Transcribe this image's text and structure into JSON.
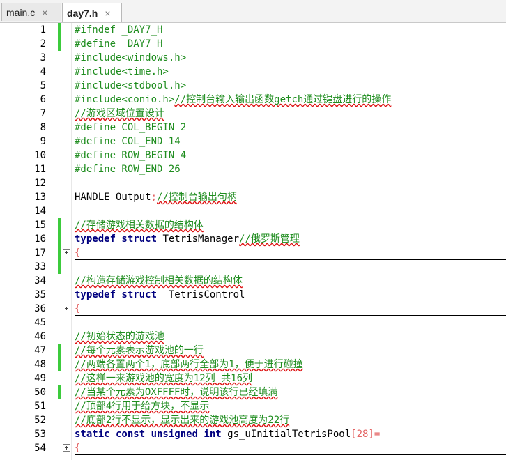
{
  "tabs": [
    {
      "label": "main.c",
      "close": "×"
    },
    {
      "label": "day7.h",
      "close": "×"
    }
  ],
  "lines": [
    {
      "n": "1",
      "changed": true,
      "fold": false,
      "foldline": false,
      "seg": [
        {
          "c": "cm",
          "t": "#ifndef _DAY7_H"
        }
      ]
    },
    {
      "n": "2",
      "changed": true,
      "fold": false,
      "foldline": false,
      "seg": [
        {
          "c": "cm",
          "t": "#define _DAY7_H"
        }
      ]
    },
    {
      "n": "3",
      "changed": false,
      "fold": false,
      "foldline": false,
      "seg": [
        {
          "c": "cm",
          "t": "#include<windows.h>"
        }
      ]
    },
    {
      "n": "4",
      "changed": false,
      "fold": false,
      "foldline": false,
      "seg": [
        {
          "c": "cm",
          "t": "#include<time.h>"
        }
      ]
    },
    {
      "n": "5",
      "changed": false,
      "fold": false,
      "foldline": false,
      "seg": [
        {
          "c": "cm",
          "t": "#include<stdbool.h>"
        }
      ]
    },
    {
      "n": "6",
      "changed": false,
      "fold": false,
      "foldline": false,
      "seg": [
        {
          "c": "cm",
          "t": "#include<conio.h>"
        },
        {
          "c": "cm sq",
          "t": "//控制台输入输出函数getch通过键盘进行的操作"
        }
      ]
    },
    {
      "n": "7",
      "changed": false,
      "fold": false,
      "foldline": false,
      "seg": [
        {
          "c": "cm sq",
          "t": "//游戏区域位置设计"
        }
      ]
    },
    {
      "n": "8",
      "changed": false,
      "fold": false,
      "foldline": false,
      "seg": [
        {
          "c": "cm",
          "t": "#define COL_BEGIN 2"
        }
      ]
    },
    {
      "n": "9",
      "changed": false,
      "fold": false,
      "foldline": false,
      "seg": [
        {
          "c": "cm",
          "t": "#define COL_END 14"
        }
      ]
    },
    {
      "n": "10",
      "changed": false,
      "fold": false,
      "foldline": false,
      "seg": [
        {
          "c": "cm",
          "t": "#define ROW_BEGIN 4"
        }
      ]
    },
    {
      "n": "11",
      "changed": false,
      "fold": false,
      "foldline": false,
      "seg": [
        {
          "c": "cm",
          "t": "#define ROW_END 26"
        }
      ]
    },
    {
      "n": "12",
      "changed": false,
      "fold": false,
      "foldline": false,
      "seg": []
    },
    {
      "n": "13",
      "changed": false,
      "fold": false,
      "foldline": false,
      "seg": [
        {
          "c": "txt",
          "t": "HANDLE Output"
        },
        {
          "c": "num",
          "t": ";"
        },
        {
          "c": "cm sq",
          "t": "//控制台输出句柄"
        }
      ]
    },
    {
      "n": "14",
      "changed": false,
      "fold": false,
      "foldline": false,
      "seg": []
    },
    {
      "n": "15",
      "changed": true,
      "fold": false,
      "foldline": false,
      "seg": [
        {
          "c": "cm sq",
          "t": "//存储游戏相关数据的结构体"
        }
      ]
    },
    {
      "n": "16",
      "changed": true,
      "fold": false,
      "foldline": false,
      "seg": [
        {
          "c": "kw",
          "t": "typedef struct"
        },
        {
          "c": "txt",
          "t": " TetrisManager"
        },
        {
          "c": "cm sq",
          "t": "//俄罗斯管理"
        }
      ]
    },
    {
      "n": "17",
      "changed": true,
      "fold": true,
      "foldline": true,
      "seg": [
        {
          "c": "num",
          "t": "{"
        }
      ]
    },
    {
      "n": "33",
      "changed": true,
      "fold": false,
      "foldline": false,
      "seg": []
    },
    {
      "n": "34",
      "changed": false,
      "fold": false,
      "foldline": false,
      "seg": [
        {
          "c": "cm sq",
          "t": "//构造存储游戏控制相关数据的结构体"
        }
      ]
    },
    {
      "n": "35",
      "changed": false,
      "fold": false,
      "foldline": false,
      "seg": [
        {
          "c": "kw",
          "t": "typedef struct"
        },
        {
          "c": "txt",
          "t": "  TetrisControl"
        }
      ]
    },
    {
      "n": "36",
      "changed": false,
      "fold": true,
      "foldline": true,
      "seg": [
        {
          "c": "num",
          "t": "{"
        }
      ]
    },
    {
      "n": "45",
      "changed": false,
      "fold": false,
      "foldline": false,
      "seg": []
    },
    {
      "n": "46",
      "changed": false,
      "fold": false,
      "foldline": false,
      "seg": [
        {
          "c": "cm sq",
          "t": "//初始状态的游戏池"
        }
      ]
    },
    {
      "n": "47",
      "changed": true,
      "fold": false,
      "foldline": false,
      "seg": [
        {
          "c": "cm sq",
          "t": "//每个元素表示游戏池的一行"
        }
      ]
    },
    {
      "n": "48",
      "changed": true,
      "fold": false,
      "foldline": false,
      "seg": [
        {
          "c": "cm sq",
          "t": "//两端各置两个1，底部两行全部为1，便于进行碰撞"
        }
      ]
    },
    {
      "n": "49",
      "changed": false,
      "fold": false,
      "foldline": false,
      "seg": [
        {
          "c": "cm sq",
          "t": "//这样一来游戏池的宽度为12列 共16列"
        }
      ]
    },
    {
      "n": "50",
      "changed": true,
      "fold": false,
      "foldline": false,
      "seg": [
        {
          "c": "cm sq",
          "t": "//当某个元素为OXFFFF时，说明该行已经填满"
        }
      ]
    },
    {
      "n": "51",
      "changed": false,
      "fold": false,
      "foldline": false,
      "seg": [
        {
          "c": "cm sq",
          "t": "//顶部4行用于给方块，不显示"
        }
      ]
    },
    {
      "n": "52",
      "changed": false,
      "fold": false,
      "foldline": false,
      "seg": [
        {
          "c": "cm sq",
          "t": "//底部2行不显示，显示出来的游戏池高度为22行"
        }
      ]
    },
    {
      "n": "53",
      "changed": false,
      "fold": false,
      "foldline": false,
      "seg": [
        {
          "c": "kw",
          "t": "static const unsigned int"
        },
        {
          "c": "txt",
          "t": " gs_uInitialTetrisPool"
        },
        {
          "c": "num",
          "t": "[28]="
        }
      ]
    },
    {
      "n": "54",
      "changed": false,
      "fold": true,
      "foldline": true,
      "seg": [
        {
          "c": "num",
          "t": "{"
        }
      ]
    }
  ]
}
